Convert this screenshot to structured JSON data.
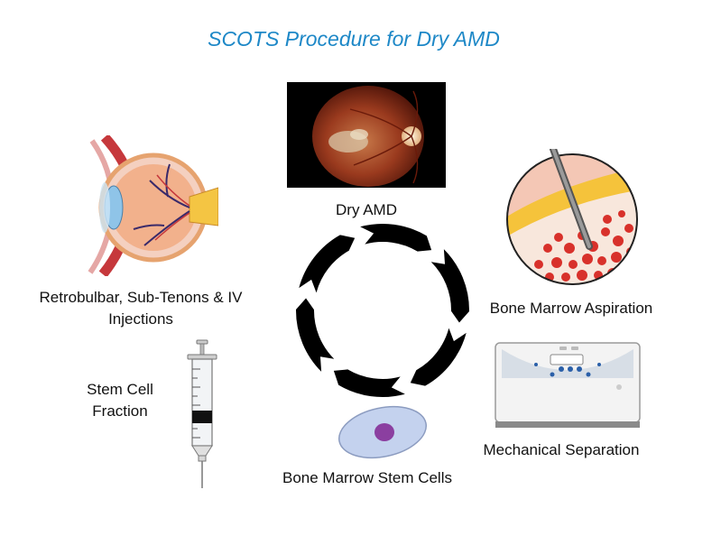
{
  "title": "SCOTS Procedure for Dry AMD",
  "steps": [
    {
      "id": "dry-amd",
      "label": "Dry AMD",
      "icon": "retina-fundus-photo-icon"
    },
    {
      "id": "aspiration",
      "label": "Bone Marrow Aspiration",
      "icon": "bone-marrow-needle-icon"
    },
    {
      "id": "separation",
      "label": "Mechanical Separation",
      "icon": "centrifuge-machine-icon"
    },
    {
      "id": "stem-cells",
      "label": "Bone Marrow Stem Cells",
      "icon": "stem-cell-icon"
    },
    {
      "id": "fraction",
      "label_line1": "Stem Cell",
      "label_line2": "Fraction",
      "icon": "syringe-icon"
    },
    {
      "id": "injections",
      "label_line1": "Retrobulbar, Sub-Tenons & IV",
      "label_line2": "Injections",
      "icon": "eye-anatomy-icon"
    }
  ],
  "colors": {
    "title": "#1e88c7",
    "cycle_arrows": "#000000",
    "bone_marrow_red": "#d8312b",
    "cell_membrane": "#c4d2ee",
    "cell_nucleus": "#8b3fa0"
  }
}
